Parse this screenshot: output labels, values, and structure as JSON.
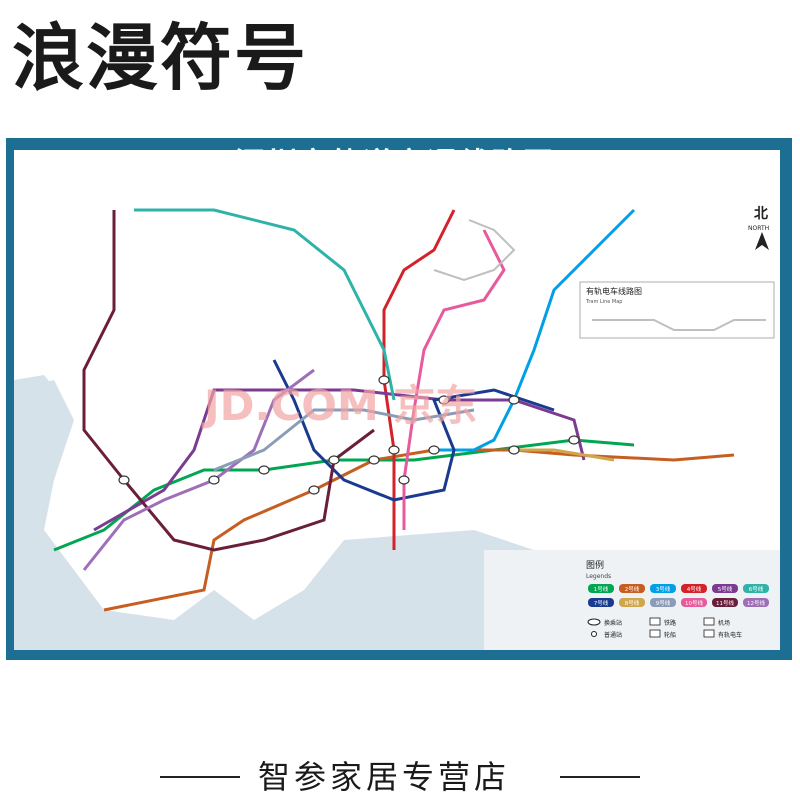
{
  "header": {
    "brand": "浪漫符号"
  },
  "map": {
    "title": "深圳市轨道交通线路图",
    "north": "北",
    "north_en": "NORTH",
    "watermark": "JD.COM 京东",
    "tram_map_title": "有轨电车线路图",
    "tram_map_title_en": "Tram Line Map",
    "legend_title": "图例",
    "legend_title_en": "Legends",
    "legend_items": {
      "interchange": "换乘站",
      "station": "普通站",
      "railway": "铁路",
      "ferry": "轮船",
      "airport": "机场",
      "tram": "有轨电车"
    },
    "line_labels": [
      "1号线",
      "2号线",
      "3号线",
      "4号线",
      "5号线",
      "6号线",
      "7号线",
      "8号线",
      "9号线",
      "10号线",
      "11号线",
      "12号线"
    ],
    "colors": {
      "frame": "#1c6e93",
      "sea": "#d6e2ea",
      "line1": "#00a651",
      "line2": "#c65d21",
      "line3": "#00a0e9",
      "line4": "#d2232a",
      "line5": "#7b3b91",
      "line6": "#2fb3a8",
      "line7": "#1a3a8f",
      "line8": "#d0a64a",
      "line9": "#8a9cb8",
      "line10": "#e75a9c",
      "line11": "#6b1e3a",
      "line12": "#9e6fb8"
    }
  },
  "footer": {
    "store": "智参家居专营店"
  }
}
